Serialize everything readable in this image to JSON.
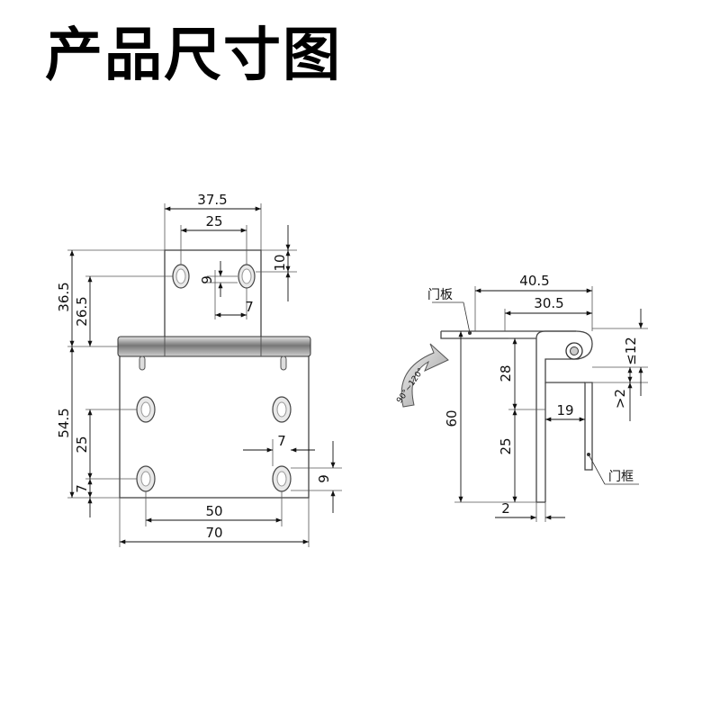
{
  "title": "产品尺寸图",
  "front_view": {
    "dims": {
      "leaf_width": "37.5",
      "slot_spacing_top": "25",
      "slot_height_top": "10",
      "slot_width_top": "9",
      "slot_length_top": "7",
      "height_upper_outer": "36.5",
      "height_upper_inner": "26.5",
      "height_lower": "54.5",
      "slot_spacing_vertical": "25",
      "slot_offset_bottom": "7",
      "slot_length_bottom": "7",
      "slot_width_bottom": "9",
      "slot_spacing_horizontal": "50",
      "plate_width": "70"
    }
  },
  "side_view": {
    "dims": {
      "width_outer": "40.5",
      "width_inner": "30.5",
      "knuckle": "≤12",
      "gap": ">2",
      "height_total": "60",
      "height_upper": "28",
      "height_lower": "25",
      "flange_depth": "19",
      "thickness": "2",
      "angle": "90°~120°"
    },
    "labels": {
      "door_panel": "门板",
      "door_frame": "门框"
    }
  }
}
